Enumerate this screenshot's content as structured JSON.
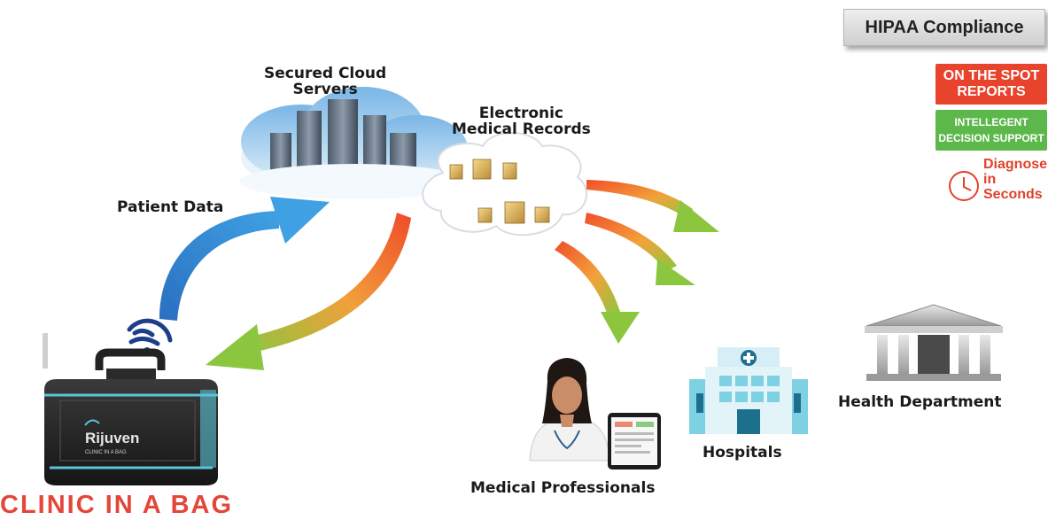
{
  "labels": {
    "secured_cloud": "Secured Cloud\nServers",
    "emr": "Electronic\nMedical Records",
    "patient_data": "Patient Data",
    "health_department": "Health Department",
    "hospitals": "Hospitals",
    "medical_professionals": "Medical Professionals",
    "clinic_in_a_bag": "CLINIC IN A BAG"
  },
  "badges": {
    "hipaa": "HIPAA Compliance",
    "on_the_spot": "ON THE SPOT REPORTS",
    "intelligent": "INTELLEGENT DECISION SUPPORT",
    "diagnose": "Diagnose in Seconds"
  },
  "bag_brand": {
    "name": "Rijuven",
    "tagline": "CLINIC IN A BAG"
  },
  "colors": {
    "blue_arrow": "#2e86d4",
    "orange_arrow": "#f05a28",
    "green_arrow": "#8cc63f",
    "red_badge": "#e8432c",
    "green_badge": "#5cb84a",
    "clinic_text": "#e3473a",
    "teal": "#5bc3d6"
  }
}
